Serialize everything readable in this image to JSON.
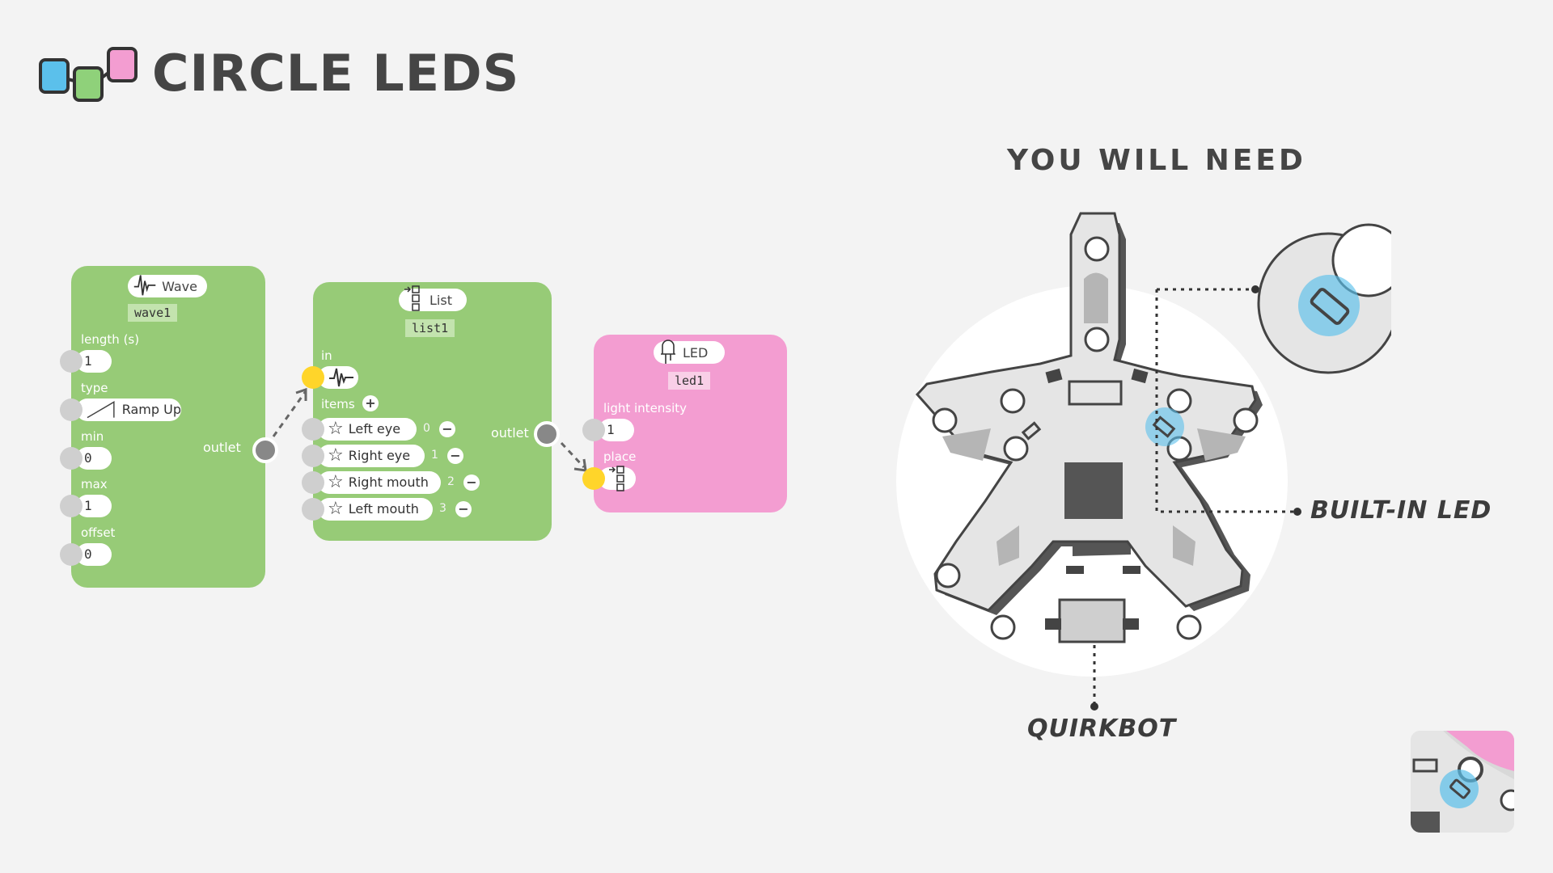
{
  "header": {
    "title": "CIRCLE LEDS"
  },
  "colors": {
    "green": "#97cb77",
    "pink": "#f39dd1",
    "blue": "#5bc0eb",
    "yellow": "#ffd52a"
  },
  "wave_block": {
    "title": "Wave",
    "id": "wave1",
    "icon": "wave-icon",
    "params": [
      {
        "label": "length (s)",
        "value": "1"
      },
      {
        "label": "type",
        "value": "Ramp Up"
      },
      {
        "label": "min",
        "value": "0"
      },
      {
        "label": "max",
        "value": "1"
      },
      {
        "label": "offset",
        "value": "0"
      }
    ],
    "outlet_label": "outlet"
  },
  "list_block": {
    "title": "List",
    "id": "list1",
    "icon": "list-icon",
    "in_label": "in",
    "items_label": "items",
    "items": [
      {
        "label": "Left eye",
        "index": "0"
      },
      {
        "label": "Right eye",
        "index": "1"
      },
      {
        "label": "Right mouth",
        "index": "2"
      },
      {
        "label": "Left mouth",
        "index": "3"
      }
    ],
    "outlet_label": "outlet"
  },
  "led_block": {
    "title": "LED",
    "id": "led1",
    "icon": "led-icon",
    "params": [
      {
        "label": "light intensity",
        "value": "1"
      },
      {
        "label": "place",
        "value": ""
      }
    ]
  },
  "need": {
    "title": "YOU WILL NEED",
    "builtin_label": "BUILT-IN LED",
    "quirkbot_label": "QUIRKBOT"
  }
}
